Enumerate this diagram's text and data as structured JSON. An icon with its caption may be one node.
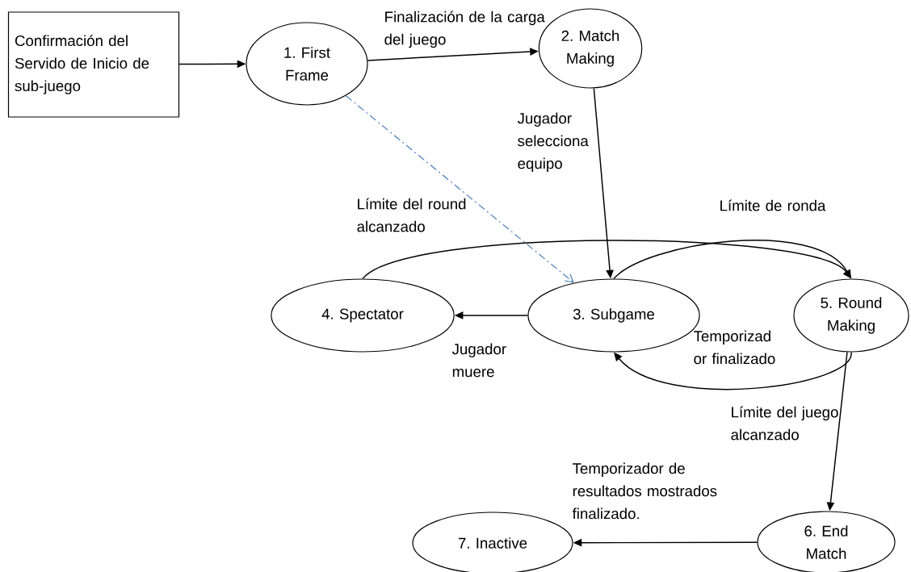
{
  "diagram": {
    "nodes": [
      {
        "text": [
          "Confirmación del Servido de Inicio de sub-juego"
        ]
      },
      {
        "text": [
          "1. First Frame"
        ]
      },
      {
        "text": [
          "2. Match Making"
        ]
      },
      {
        "text": [
          "3. Subgame"
        ]
      },
      {
        "text": [
          "4. Spectator"
        ]
      },
      {
        "text": [
          "5. Round Making"
        ]
      },
      {
        "text": [
          "6. End Match"
        ]
      },
      {
        "text": [
          "7. Inactive"
        ]
      }
    ],
    "edges": [
      {
        "from": 0,
        "to": 1,
        "arrow": "to"
      },
      {
        "from": 1,
        "to": 2,
        "arrow": "to",
        "label": "Finalización de la carga del juego"
      },
      {
        "from": 2,
        "to": 3,
        "arrow": "to",
        "label": "Jugador selecciona equipo"
      },
      {
        "from": 1,
        "to": 3,
        "arrow": "to",
        "style": "dashed",
        "color": "#4a7ebb"
      },
      {
        "from": 4,
        "to": 5,
        "arrow": "to",
        "label": "Límite del round alcanzado"
      },
      {
        "from": 3,
        "to": 5,
        "arrow": "to",
        "label": "Límite de ronda"
      },
      {
        "from": 5,
        "to": 3,
        "arrow": "to",
        "label": "Temporizad or finalizado"
      },
      {
        "from": 3,
        "to": 4,
        "arrow": "to",
        "label": "Jugador muere"
      },
      {
        "from": 5,
        "to": 6,
        "arrow": "to",
        "label": "Límite del juego alcanzado"
      },
      {
        "from": 6,
        "to": 7,
        "arrow": "to",
        "label": "Temporizador de resultados mostrados finalizado."
      }
    ]
  }
}
